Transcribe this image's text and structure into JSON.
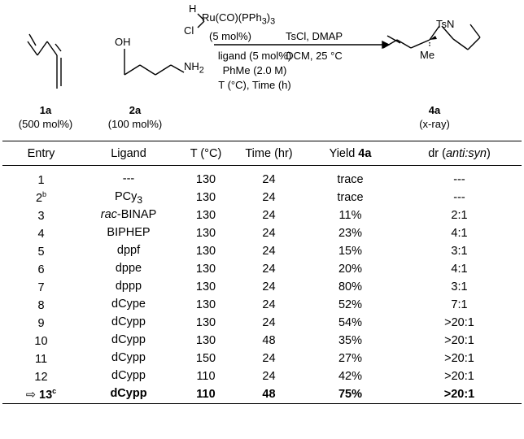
{
  "scheme": {
    "catalyst_top": "H",
    "catalyst_ru": "Ru(CO)(PPh",
    "catalyst_ru_sub": "3",
    "catalyst_ru_end": ")",
    "catalyst_ru_sub2": "3",
    "catalyst_cl": "Cl",
    "catalyst_loading": "(5 mol%)",
    "cond_ligand": "ligand (5 mol%)",
    "cond_solvent": "PhMe (2.0 M)",
    "cond_temp_time": "T (°C), Time (h)",
    "cond2_reagents": "TsCl, DMAP",
    "cond2_solvent": "DCM, 25 °C",
    "sm1_oh": "OH",
    "sm1_nh2": "NH",
    "sm1_nh2_sub": "2",
    "prod_ts": "TsN",
    "prod_me": "Me",
    "label_1a": "1a",
    "amount_1a": "(500 mol%)",
    "label_2a": "2a",
    "amount_2a": "(100 mol%)",
    "label_4a": "4a",
    "note_4a": "(x-ray)"
  },
  "table": {
    "headers": {
      "entry": "Entry",
      "ligand": "Ligand",
      "temp": "T (°C)",
      "time": "Time (hr)",
      "yield": "Yield ",
      "yield_bold": "4a",
      "dr": "dr (",
      "dr_italic": "anti:syn",
      "dr_end": ")"
    },
    "rows": [
      {
        "entry": "1",
        "sup": "",
        "ligand_italic": "",
        "ligand": "---",
        "ligand_sub": "",
        "temp": "130",
        "time": "24",
        "yield": "trace",
        "dr": "---"
      },
      {
        "entry": "2",
        "sup": "b",
        "ligand_italic": "",
        "ligand": "PCy",
        "ligand_sub": "3",
        "temp": "130",
        "time": "24",
        "yield": "trace",
        "dr": "---"
      },
      {
        "entry": "3",
        "sup": "",
        "ligand_italic": "rac",
        "ligand": "-BINAP",
        "ligand_sub": "",
        "temp": "130",
        "time": "24",
        "yield": "11%",
        "dr": "2:1"
      },
      {
        "entry": "4",
        "sup": "",
        "ligand_italic": "",
        "ligand": "BIPHEP",
        "ligand_sub": "",
        "temp": "130",
        "time": "24",
        "yield": "23%",
        "dr": "4:1"
      },
      {
        "entry": "5",
        "sup": "",
        "ligand_italic": "",
        "ligand": "dppf",
        "ligand_sub": "",
        "temp": "130",
        "time": "24",
        "yield": "15%",
        "dr": "3:1"
      },
      {
        "entry": "6",
        "sup": "",
        "ligand_italic": "",
        "ligand": "dppe",
        "ligand_sub": "",
        "temp": "130",
        "time": "24",
        "yield": "20%",
        "dr": "4:1"
      },
      {
        "entry": "7",
        "sup": "",
        "ligand_italic": "",
        "ligand": "dppp",
        "ligand_sub": "",
        "temp": "130",
        "time": "24",
        "yield": "80%",
        "dr": "3:1"
      },
      {
        "entry": "8",
        "sup": "",
        "ligand_italic": "",
        "ligand": "dCype",
        "ligand_sub": "",
        "temp": "130",
        "time": "24",
        "yield": "52%",
        "dr": "7:1"
      },
      {
        "entry": "9",
        "sup": "",
        "ligand_italic": "",
        "ligand": "dCypp",
        "ligand_sub": "",
        "temp": "130",
        "time": "24",
        "yield": "54%",
        "dr": ">20:1"
      },
      {
        "entry": "10",
        "sup": "",
        "ligand_italic": "",
        "ligand": "dCypp",
        "ligand_sub": "",
        "temp": "130",
        "time": "48",
        "yield": "35%",
        "dr": ">20:1"
      },
      {
        "entry": "11",
        "sup": "",
        "ligand_italic": "",
        "ligand": "dCypp",
        "ligand_sub": "",
        "temp": "150",
        "time": "24",
        "yield": "27%",
        "dr": ">20:1"
      },
      {
        "entry": "12",
        "sup": "",
        "ligand_italic": "",
        "ligand": "dCypp",
        "ligand_sub": "",
        "temp": "110",
        "time": "24",
        "yield": "42%",
        "dr": ">20:1"
      },
      {
        "entry": "13",
        "sup": "c",
        "ligand_italic": "",
        "ligand": "dCypp",
        "ligand_sub": "",
        "temp": "110",
        "time": "48",
        "yield": "75%",
        "dr": ">20:1"
      }
    ]
  }
}
